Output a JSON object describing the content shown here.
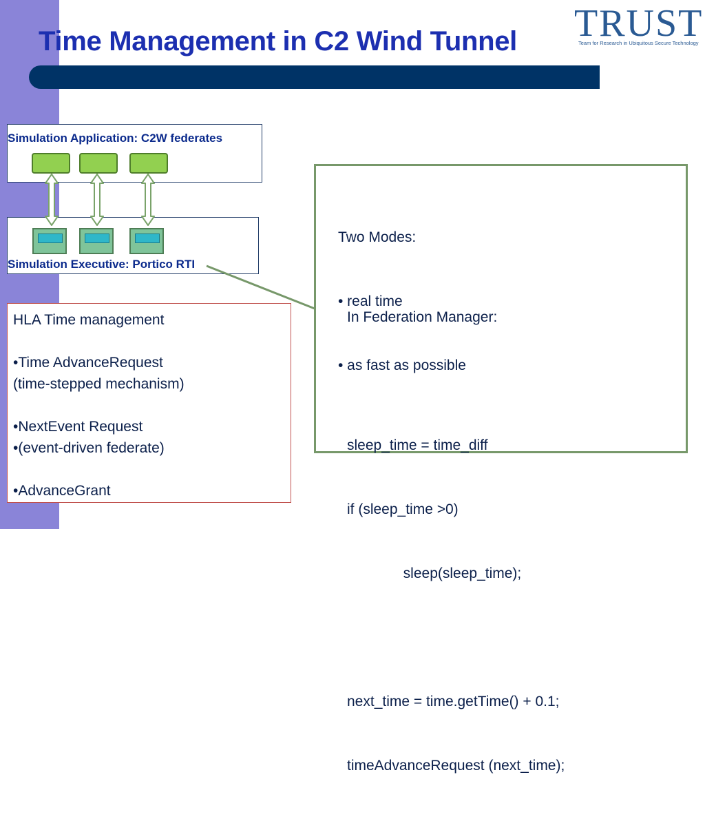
{
  "slide": {
    "title": "Time Management in C2 Wind Tunnel",
    "logo": {
      "text": "TRUST",
      "subtitle": "Team for Research in Ubiquitous Secure Technology"
    }
  },
  "diagram": {
    "app_layer": {
      "label": "Simulation Application: C2W federates"
    },
    "exec_layer": {
      "label": "Simulation Executive: Portico RTI"
    }
  },
  "hla_box": {
    "lines": [
      "HLA Time management",
      "",
      "•Time AdvanceRequest",
      "(time-stepped mechanism)",
      "",
      "•NextEvent Request",
      "•(event-driven federate)",
      "",
      "•AdvanceGrant"
    ]
  },
  "modes_box": {
    "modes_lines": [
      "Two Modes:",
      "• real time",
      "• as fast as possible"
    ],
    "manager_lines": [
      "In Federation Manager:",
      "",
      "sleep_time = time_diff",
      "if (sleep_time >0)",
      "              sleep(sleep_time);",
      "",
      "next_time = time.getTime() + 0.1;",
      "timeAdvanceRequest (next_time);"
    ]
  },
  "colors": {
    "title": "#1c2fb0",
    "title_bar": "#003366",
    "left_stripe": "#8a84d8",
    "federate": "#92d050",
    "rti_module": "#7fc49a",
    "callout_border": "#77986a",
    "hla_border": "#c0504d"
  }
}
